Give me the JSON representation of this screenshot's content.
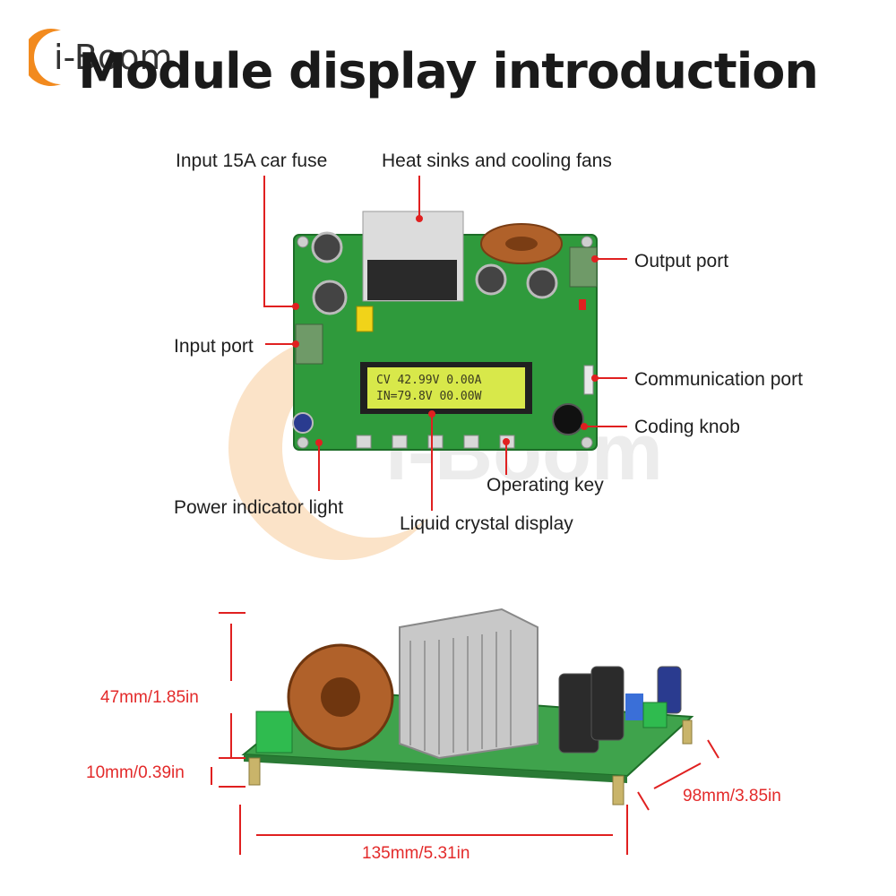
{
  "brand": {
    "logo_text": "i-Boom",
    "watermark_text": "i-Boom",
    "color": "#f28a1e"
  },
  "title": "Module display introduction",
  "labels": {
    "input_fuse": "Input 15A car fuse",
    "heat_sinks": "Heat sinks and cooling fans",
    "output_port": "Output port",
    "input_port": "Input port",
    "communication_port": "Communication port",
    "coding_knob": "Coding knob",
    "operating_key": "Operating key",
    "power_indicator": "Power indicator light",
    "lcd": "Liquid crystal display"
  },
  "lcd": {
    "line1": "CV 42.99V  0.00A",
    "line2": "IN=79.8V 00.00W"
  },
  "dimensions": {
    "height": "47mm/1.85in",
    "board_thickness": "10mm/0.39in",
    "depth": "98mm/3.85in",
    "width": "135mm/5.31in"
  },
  "colors": {
    "annotation_line": "#e02020",
    "pcb": "#2f9a3c",
    "lcd_bg": "#d8e84a",
    "dimension_text": "#e32a2a"
  }
}
